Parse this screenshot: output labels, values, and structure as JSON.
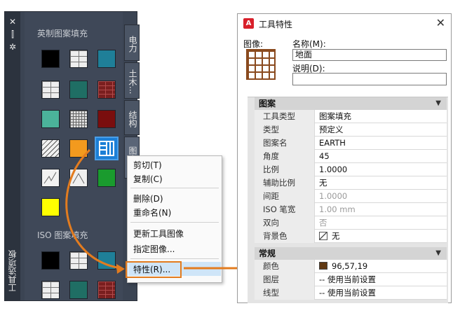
{
  "palette": {
    "title": "工具选项板",
    "tabs": [
      "电力",
      "土木...",
      "结构",
      "图案..."
    ],
    "groups": [
      {
        "title": "英制图案填充"
      },
      {
        "title": "ISO 图案填充"
      }
    ]
  },
  "context_menu": {
    "items": [
      "剪切(T)",
      "复制(C)",
      "删除(D)",
      "重命名(N)",
      "更新工具图像",
      "指定图像...",
      "特性(R)..."
    ]
  },
  "dialog": {
    "title": "工具特性",
    "image_label": "图像:",
    "name_label": "名称(M):",
    "name_value": "地面",
    "desc_label": "说明(D):",
    "desc_value": "",
    "sections": [
      {
        "title": "图案",
        "rows": [
          {
            "name": "工具类型",
            "value": "图案填充"
          },
          {
            "name": "类型",
            "value": "预定义"
          },
          {
            "name": "图案名",
            "value": "EARTH"
          },
          {
            "name": "角度",
            "value": "45"
          },
          {
            "name": "比例",
            "value": "1.0000"
          },
          {
            "name": "辅助比例",
            "value": "无"
          },
          {
            "name": "间距",
            "value": "1.0000"
          },
          {
            "name": "ISO 笔宽",
            "value": "1.00 mm"
          },
          {
            "name": "双向",
            "value": "否"
          },
          {
            "name": "背景色",
            "value": "无"
          }
        ]
      },
      {
        "title": "常规",
        "rows": [
          {
            "name": "颜色",
            "value": "96,57,19"
          },
          {
            "name": "图层",
            "value": "-- 使用当前设置"
          },
          {
            "name": "线型",
            "value": "-- 使用当前设置"
          }
        ]
      }
    ]
  },
  "colors": {
    "palette_bg": "#3b4453",
    "accent_orange": "#e37c1f",
    "pattern_color": "#603913"
  }
}
